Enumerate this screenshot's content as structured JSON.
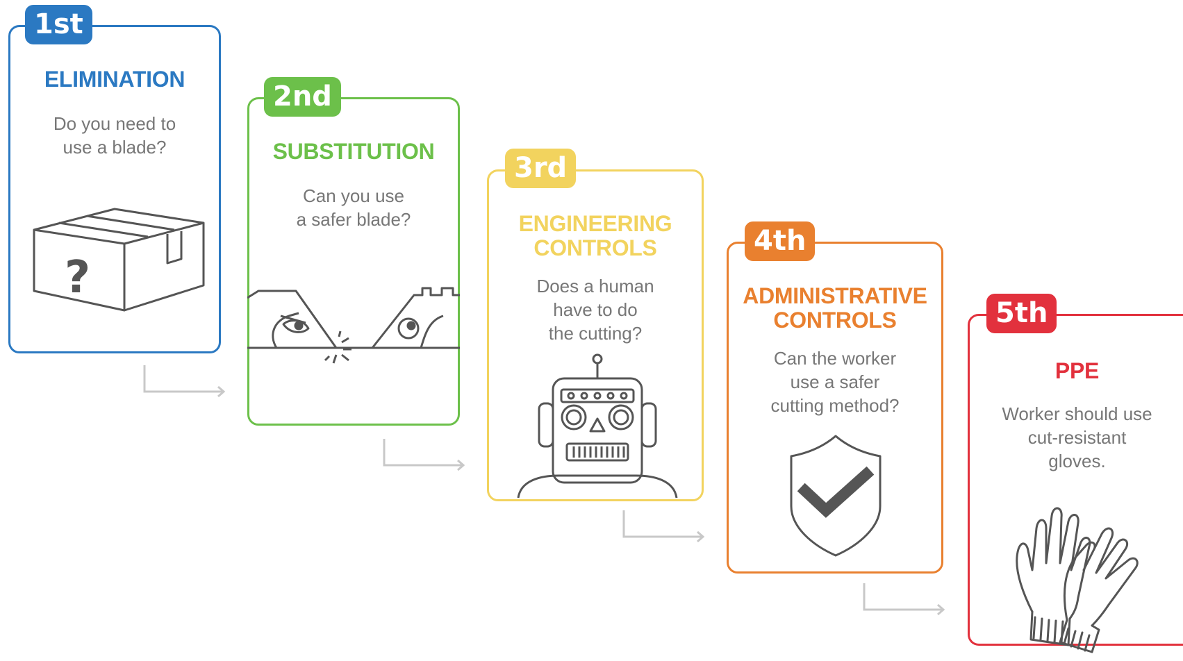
{
  "steps": [
    {
      "rank": "1st",
      "title": "ELIMINATION",
      "question": "Do you need to\nuse a blade?",
      "color": "#2b79c2",
      "icon": "mystery-box-icon"
    },
    {
      "rank": "2nd",
      "title": "SUBSTITUTION",
      "question": "Can you use\na safer blade?",
      "color": "#6cc04a",
      "icon": "blade-comparison-icon"
    },
    {
      "rank": "3rd",
      "title": "ENGINEERING\nCONTROLS",
      "question": "Does a human\nhave to do\nthe cutting?",
      "color": "#f2d35e",
      "icon": "robot-icon"
    },
    {
      "rank": "4th",
      "title": "ADMINISTRATIVE\nCONTROLS",
      "question": "Can the worker\nuse a safer\ncutting method?",
      "color": "#e9802f",
      "icon": "shield-check-icon"
    },
    {
      "rank": "5th",
      "title": "PPE",
      "question": "Worker should use\ncut-resistant\ngloves.",
      "color": "#e2313d",
      "icon": "gloves-icon"
    }
  ],
  "connector_color": "#c8c8c8",
  "icon_stroke": "#555555"
}
